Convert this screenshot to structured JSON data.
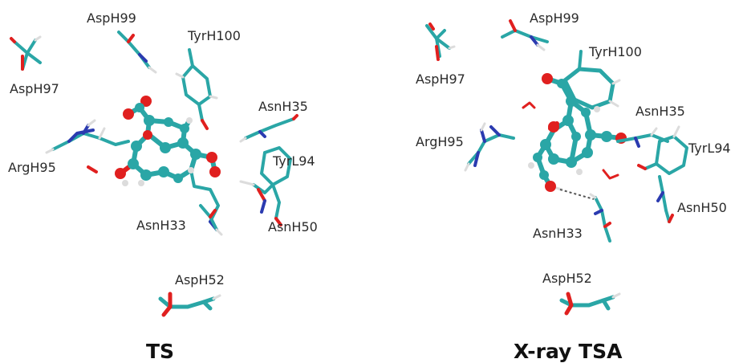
{
  "colors": {
    "carbon": "#2aa6a6",
    "carbon_dark": "#1c7c80",
    "oxygen": "#e0201f",
    "nitrogen": "#2b3bb0",
    "hydrogen": "#dcdcdc",
    "label": "#2b2b2b"
  },
  "panels": [
    {
      "id": "ts",
      "title": "TS",
      "residues": [
        "AspH99",
        "TyrH100",
        "AspH97",
        "AsnH35",
        "ArgH95",
        "TyrL94",
        "AsnH33",
        "AsnH50",
        "AspH52"
      ]
    },
    {
      "id": "xray",
      "title": "X-ray TSA",
      "residues": [
        "AspH99",
        "TyrH100",
        "AspH97",
        "AsnH35",
        "ArgH95",
        "TyrL94",
        "AsnH50",
        "AsnH33",
        "AspH52"
      ]
    }
  ]
}
